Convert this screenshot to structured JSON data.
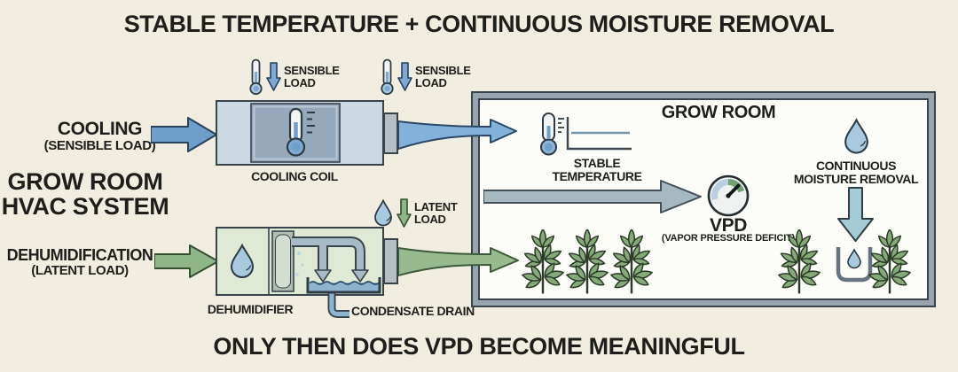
{
  "titles": {
    "top": "STABLE TEMPERATURE + CONTINUOUS MOISTURE REMOVAL",
    "bottom": "ONLY THEN DOES VPD BECOME MEANINGFUL"
  },
  "left_panel": {
    "cooling": "COOLING",
    "cooling_sub": "(SENSIBLE LOAD)",
    "hvac_line1": "GROW ROOM",
    "hvac_line2": "HVAC SYSTEM",
    "dehumidification": "DEHUMIDIFICATION",
    "dehumidification_sub": "(LATENT LOAD)"
  },
  "hvac": {
    "cooling_coil": "COOLING COIL",
    "dehumidifier": "DEHUMIDIFIER",
    "condensate_drain": "CONDENSATE DRAIN",
    "sensible_load_top": "SENSIBLE LOAD",
    "sensible_load_out": "SENSIBLE LOAD",
    "latent_load": "LATENT LOAD"
  },
  "grow_room": {
    "title": "GROW ROOM",
    "stable_temperature": "STABLE TEMPERATURE",
    "vpd": "VPD",
    "vpd_sub": "(VAPOR PRESSURE DEFICIT)",
    "continuous_moisture_removal": "CONTINUOUS MOISTURE REMOVAL"
  },
  "icons": {
    "thermometer": "thermometer glyph",
    "droplet": "water-drop glyph",
    "gauge": "dial gauge with needle",
    "plant": "leafy plant",
    "collection_cup": "open cup with droplet",
    "arrow_right": "block arrow right",
    "arrow_down": "block arrow down",
    "stable_chart": "flat-line chart with axes"
  },
  "colors": {
    "background": "#f1eee1",
    "ink": "#1e1e1c",
    "outline_dark": "#39434b",
    "cooling_blue": "#6e9fcb",
    "stream_blue": "#82b2d9",
    "dehum_green": "#8fb588",
    "stream_green": "#97ba8e",
    "machine_panel_blue": "#ccd8e2",
    "coil_box_blue": "#96a8bb",
    "machine_panel_green": "#dfe9d6",
    "pipe_gray": "#a8bac6",
    "water_blue": "#8db3cf",
    "droplet_blue": "#a9cade",
    "wall_gray": "#99a5ae",
    "vpd_arrow_gray": "#a7b8c1",
    "moisture_arrow_teal": "#a5cbd4",
    "gauge_blue": "#b9cfdf",
    "gauge_green": "#6fa472",
    "leaf_green": "#85a978",
    "nozzle_gray": "#b7bfc5",
    "room_white": "#fcfcf9"
  }
}
